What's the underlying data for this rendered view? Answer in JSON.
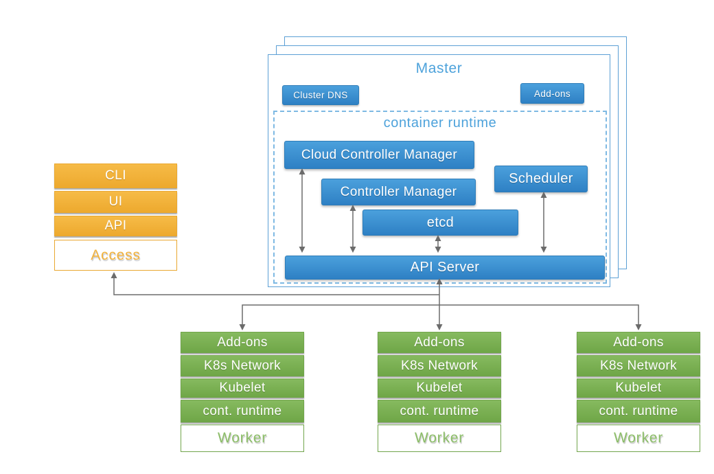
{
  "colors": {
    "blue-top": "#4BA0DC",
    "blue-bottom": "#2E80C4",
    "blue-border": "#2E7CB8",
    "blue-text": "#4DA2DB",
    "blue-outline": "#5B9FD5",
    "dash-blue": "#7EB9E3",
    "orange-top": "#F6BB47",
    "orange-bottom": "#EDA92E",
    "orange-border": "#E9A72F",
    "orange-text": "#F2B23C",
    "green-top": "#86BA5F",
    "green-bottom": "#6FA647",
    "green-border": "#71A54B",
    "green-text": "#8CBE68",
    "line-gray": "#6B6B6B"
  },
  "master": {
    "title": "Master",
    "cluster_dns_label": "Cluster DNS",
    "addons_label": "Add-ons",
    "container_runtime": {
      "label": "container runtime",
      "cloud_controller_manager": "Cloud Controller Manager",
      "controller_manager": "Controller Manager",
      "etcd": "etcd",
      "scheduler": "Scheduler",
      "api_server": "API Server"
    }
  },
  "access_stack": {
    "layers": [
      "CLI",
      "UI",
      "API"
    ],
    "label": "Access"
  },
  "workers": [
    {
      "layers": [
        "Add-ons",
        "K8s Network",
        "Kubelet",
        "cont. runtime"
      ],
      "label": "Worker"
    },
    {
      "layers": [
        "Add-ons",
        "K8s Network",
        "Kubelet",
        "cont. runtime"
      ],
      "label": "Worker"
    },
    {
      "layers": [
        "Add-ons",
        "K8s Network",
        "Kubelet",
        "cont. runtime"
      ],
      "label": "Worker"
    }
  ]
}
